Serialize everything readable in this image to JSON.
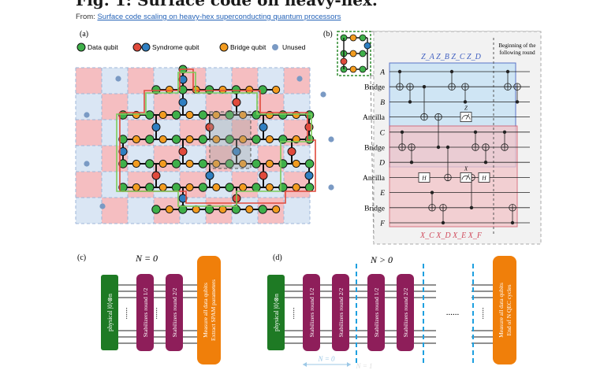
{
  "header": {
    "title": "Fig. 1: Surface code on heavy-hex.",
    "from_prefix": "From:",
    "from_link": "Surface code scaling on heavy-hex superconducting quantum processors"
  },
  "panel_a": {
    "label": "(a)",
    "legend": {
      "data": "Data qubit",
      "syndrome": "Syndrome qubit",
      "bridge": "Bridge qubit",
      "unused": "Unused"
    },
    "colors": {
      "data": "#3fb04a",
      "syndrome_red": "#e04a3c",
      "syndrome_blue": "#2f7fc1",
      "bridge": "#f39c20",
      "unused": "#7a9ac4"
    }
  },
  "panel_b": {
    "label": "(b)",
    "top_stabilizer": "Z_A Z_B Z_C Z_D",
    "bottom_stabilizer": "X_C X_D X_E X_F",
    "note_line1": "Beginning of the",
    "note_line2": "following round",
    "rows": [
      "A",
      "Bridge",
      "B",
      "Ancilla",
      "C",
      "Bridge",
      "D",
      "Ancilla",
      "E",
      "Bridge",
      "F"
    ],
    "gate_h": "H",
    "gate_z": "Z",
    "gate_x": "X"
  },
  "panel_c": {
    "label": "(c)",
    "heading": "N = 0",
    "init": "physical |0⟩⊗n",
    "round1": "Stabilizers round 1/2",
    "round2": "Stabilizers round 2/2",
    "measure_line1": "Measure all data qubits",
    "measure_line2": "Extract SPAM parameters"
  },
  "panel_d": {
    "label": "(d)",
    "heading": "N > 0",
    "init": "physical |0⟩⊗n",
    "round1": "Stabilizers round 1/2",
    "round2": "Stabilizers round 2/2",
    "round3": "Stabilizers round 1/2",
    "round4": "Stabilizers round 2/2",
    "ellipsis": "......",
    "measure_line1": "Measure all data qubits",
    "measure_line2": "End of N QEC cycles",
    "n0": "N = 0",
    "n1": "N = 1"
  }
}
